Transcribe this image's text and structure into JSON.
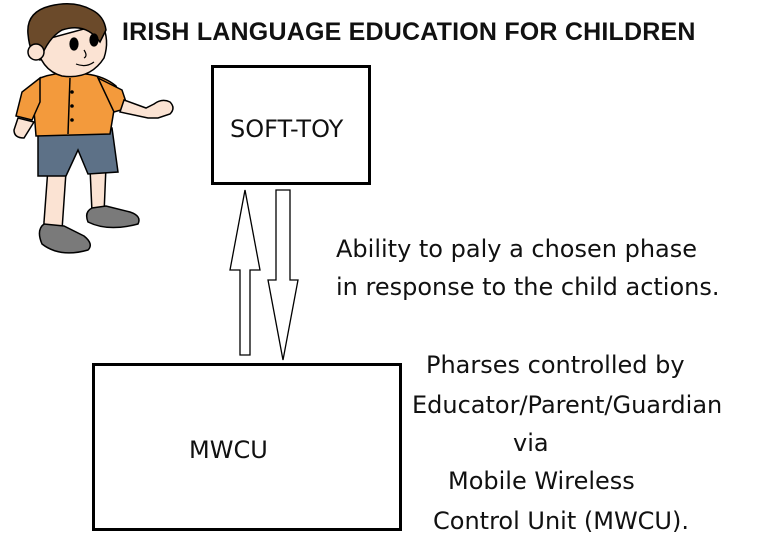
{
  "diagram": {
    "title": "IRISH LANGUAGE EDUCATION FOR CHILDREN",
    "nodes": {
      "soft_toy": "SOFT-TOY",
      "mwcu": "MWCU"
    },
    "ability_note": [
      "Ability to paly a chosen phase",
      "in response to the child actions."
    ],
    "control_note": [
      "Pharses controlled by",
      "Educator/Parent/Guardian",
      "via",
      "Mobile Wireless",
      "Control Unit (MWCU)."
    ],
    "colors": {
      "shirt": "#f39a3c",
      "shorts": "#5d7187",
      "skin": "#fbe3d3",
      "hair": "#6b4a2a",
      "shoe": "#7a7a7a"
    }
  }
}
